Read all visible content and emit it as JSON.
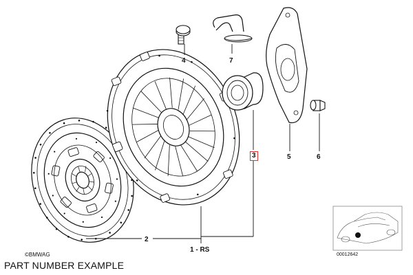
{
  "diagram": {
    "parts": [
      {
        "id": "part-1",
        "label": "1 - RS"
      },
      {
        "id": "part-2",
        "label": "2"
      },
      {
        "id": "part-3",
        "label": "3",
        "boxed": true,
        "box_color": "#e03030"
      },
      {
        "id": "part-4",
        "label": "4"
      },
      {
        "id": "part-5",
        "label": "5"
      },
      {
        "id": "part-6",
        "label": "6"
      },
      {
        "id": "part-7",
        "label": "7"
      }
    ],
    "copyright": "©BMWAG",
    "image_number": "00012642",
    "line_color": "#111111"
  },
  "footer": {
    "title": "PART NUMBER EXAMPLE"
  }
}
